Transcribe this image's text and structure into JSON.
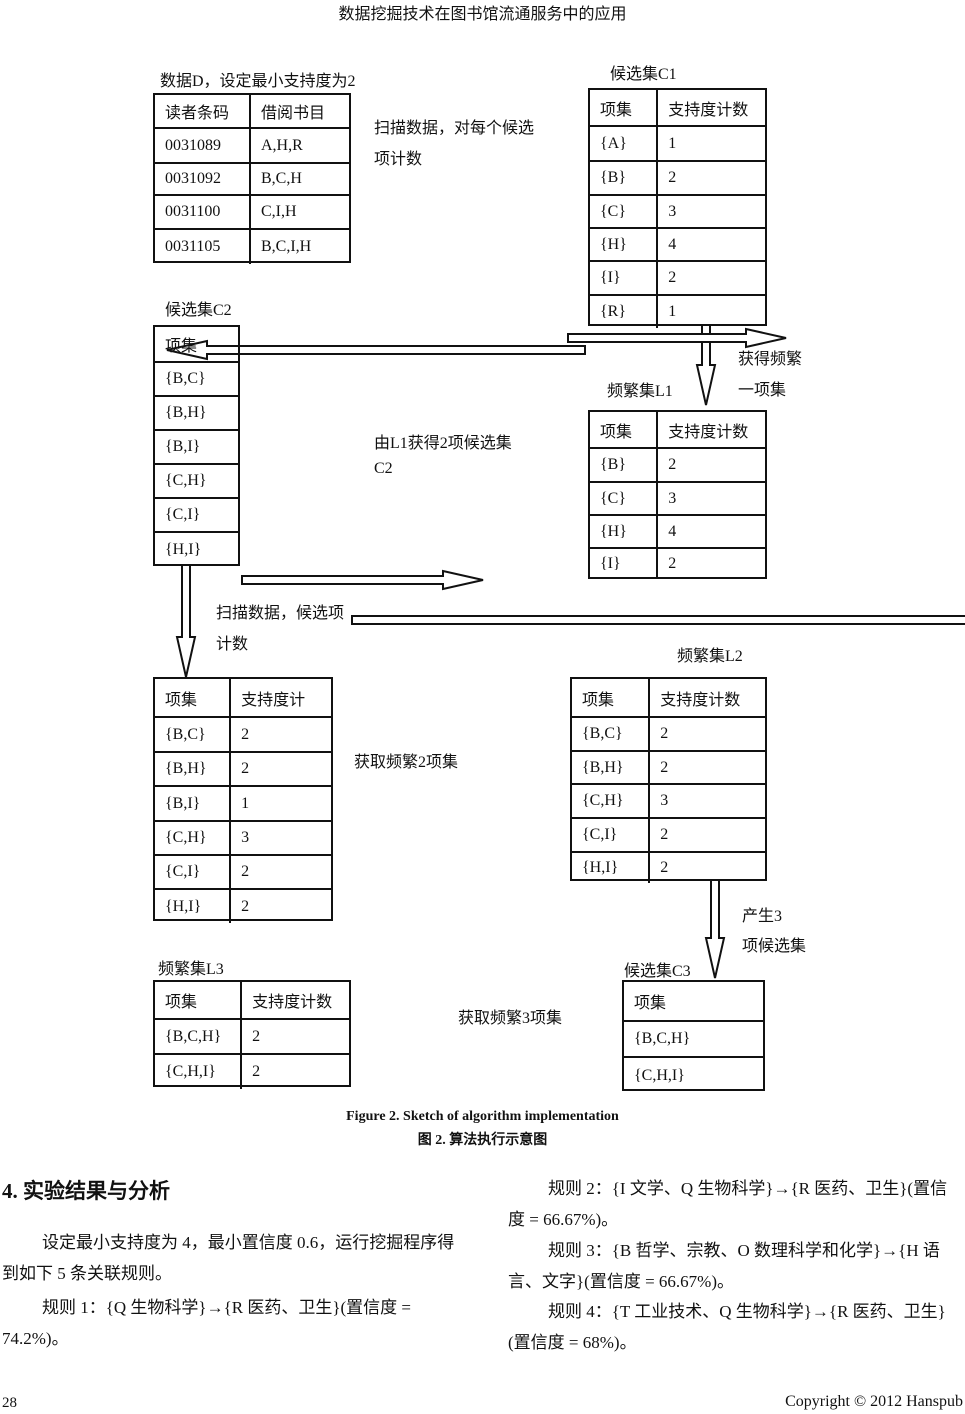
{
  "header": "数据挖掘技术在图书馆流通服务中的应用",
  "labels": {
    "d_title": "数据D，设定最小支持度为2",
    "c1_title": "候选集C1",
    "c2_title": "候选集C2",
    "l1_title": "频繁集L1",
    "l2_title": "频繁集L2",
    "l3_title": "频繁集L3",
    "c3_title": "候选集C3",
    "scan1_a": "扫描数据，对每个候选",
    "scan1_b": "项计数",
    "freq1_a": "获得频繁",
    "freq1_b": "一项集",
    "gen2_a": "由L1获得2项候选集",
    "gen2_b": "C2",
    "scan2_a": "扫描数据，候选项",
    "scan2_b": "计数",
    "freq2": "获取频繁2项集",
    "gen3_a": "产生3",
    "gen3_b": "项候选集",
    "freq3": "获取频繁3项集"
  },
  "tables": {
    "d": {
      "header": [
        "读者条码",
        "借阅书目"
      ],
      "rows": [
        [
          "0031089",
          "A,H,R"
        ],
        [
          "0031092",
          "B,C,H"
        ],
        [
          "0031100",
          "C,I,H"
        ],
        [
          "0031105",
          "B,C,I,H"
        ]
      ]
    },
    "c1": {
      "header": [
        "项集",
        "支持度计数"
      ],
      "rows": [
        [
          "{A}",
          "1"
        ],
        [
          "{B}",
          "2"
        ],
        [
          "{C}",
          "3"
        ],
        [
          "{H}",
          "4"
        ],
        [
          "{I}",
          "2"
        ],
        [
          "{R}",
          "1"
        ]
      ]
    },
    "c2": {
      "header": [
        "项集"
      ],
      "rows": [
        [
          "{B,C}"
        ],
        [
          "{B,H}"
        ],
        [
          "{B,I}"
        ],
        [
          "{C,H}"
        ],
        [
          "{C,I}"
        ],
        [
          "{H,I}"
        ]
      ]
    },
    "l1": {
      "header": [
        "项集",
        "支持度计数"
      ],
      "rows": [
        [
          "{B}",
          "2"
        ],
        [
          "{C}",
          "3"
        ],
        [
          "{H}",
          "4"
        ],
        [
          "{I}",
          "2"
        ]
      ]
    },
    "c2count": {
      "header": [
        "项集",
        "支持度计"
      ],
      "rows": [
        [
          "{B,C}",
          "2"
        ],
        [
          "{B,H}",
          "2"
        ],
        [
          "{B,I}",
          "1"
        ],
        [
          "{C,H}",
          "3"
        ],
        [
          "{C,I}",
          "2"
        ],
        [
          "{H,I}",
          "2"
        ]
      ]
    },
    "l2": {
      "header": [
        "项集",
        "支持度计数"
      ],
      "rows": [
        [
          "{B,C}",
          "2"
        ],
        [
          "{B,H}",
          "2"
        ],
        [
          "{C,H}",
          "3"
        ],
        [
          "{C,I}",
          "2"
        ],
        [
          "{H,I}",
          "2"
        ]
      ]
    },
    "l3": {
      "header": [
        "项集",
        "支持度计数"
      ],
      "rows": [
        [
          "{B,C,H}",
          "2"
        ],
        [
          "{C,H,I}",
          "2"
        ]
      ]
    },
    "c3": {
      "header": [
        "项集"
      ],
      "rows": [
        [
          "{B,C,H}"
        ],
        [
          "{C,H,I}"
        ]
      ]
    }
  },
  "caption_en": "Figure 2. Sketch of algorithm implementation",
  "caption_zh": "图 2. 算法执行示意图",
  "section": {
    "heading": "4. 实验结果与分析",
    "p1": "设定最小支持度为 4，最小置信度 0.6，运行挖掘程序得到如下 5 条关联规则。",
    "rule1": "规则 1：{Q 生物科学}→{R 医药、卫生}(置信度 = 74.2%)。",
    "rule2": "规则 2：{I 文学、Q 生物科学}→{R 医药、卫生}(置信度 = 66.67%)。",
    "rule3": "规则 3：{B 哲学、宗教、O 数理科学和化学}→{H 语言、文字}(置信度 = 66.67%)。",
    "rule4": "规则 4：{T 工业技术、Q 生物科学}→{R 医药、卫生}(置信度 = 68%)。"
  },
  "footer": {
    "page": "28",
    "copyright": "Copyright © 2012 Hanspub"
  }
}
